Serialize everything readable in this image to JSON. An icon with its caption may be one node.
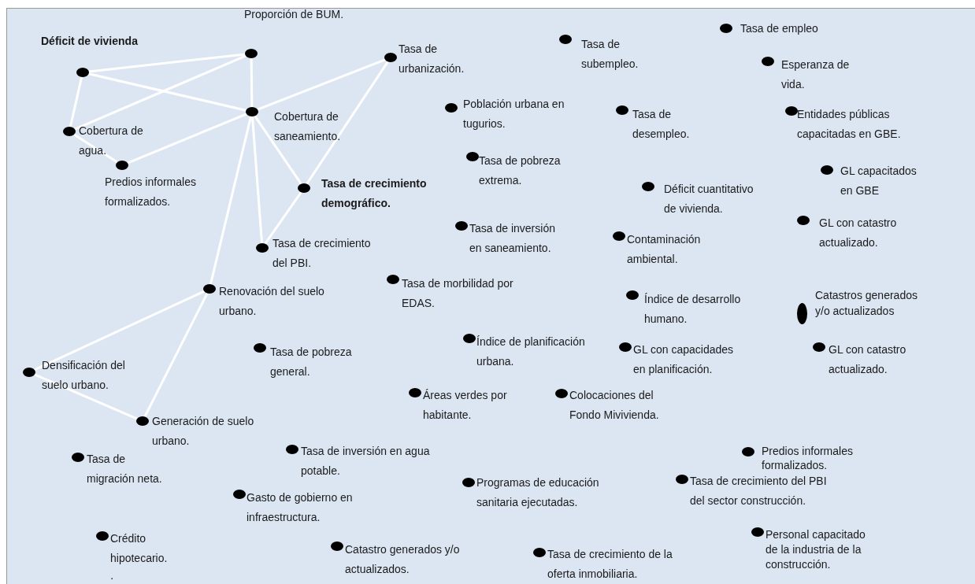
{
  "diagram": {
    "nodes": [
      {
        "text": [
          "Déficit de vivienda"
        ]
      },
      {
        "text": [
          "Proporción de BUM."
        ]
      },
      {
        "text": [
          "Tasa de urbanización."
        ]
      },
      {
        "text": [
          "Cobertura de saneamiento."
        ]
      },
      {
        "text": [
          "Cobertura de agua."
        ]
      },
      {
        "text": [
          "Predios informales formalizados."
        ]
      },
      {
        "text": [
          "Tasa de crecimiento demográfico."
        ]
      },
      {
        "text": [
          "Tasa de crecimiento del PBI."
        ]
      },
      {
        "text": [
          "Renovación del suelo urbano."
        ]
      },
      {
        "text": [
          "Densificación del suelo urbano."
        ]
      },
      {
        "text": [
          "Generación de suelo urbano."
        ]
      },
      {
        "text": [
          "Tasa de migración neta."
        ]
      },
      {
        "text": [
          "Crédito hipotecario."
        ]
      },
      {
        "text": [
          "Tasa de subempleo."
        ]
      },
      {
        "text": [
          "Población urbana en tugurios."
        ]
      },
      {
        "text": [
          "Tasa de pobreza extrema."
        ]
      },
      {
        "text": [
          "Tasa de inversión en saneamiento."
        ]
      },
      {
        "text": [
          "Tasa de morbilidad por EDAS."
        ]
      },
      {
        "text": [
          "Tasa de pobreza general."
        ]
      },
      {
        "text": [
          "Índice de planificación urbana."
        ]
      },
      {
        "text": [
          "Áreas verdes por habitante."
        ]
      },
      {
        "text": [
          "Tasa de inversión en agua potable."
        ]
      },
      {
        "text": [
          "Gasto de gobierno en infraestructura."
        ]
      },
      {
        "text": [
          "Catastro generados y/o actualizados."
        ]
      },
      {
        "text": [
          "Programas de educación sanitaria ejecutadas."
        ]
      },
      {
        "text": [
          "Tasa de crecimiento de la oferta inmobiliaria."
        ]
      },
      {
        "text": [
          "Tasa de desempleo."
        ]
      },
      {
        "text": [
          "Déficit cuantitativo de vivienda."
        ]
      },
      {
        "text": [
          "Contaminación ambiental."
        ]
      },
      {
        "text": [
          "Índice de  desarrollo humano."
        ]
      },
      {
        "text": [
          "GL con capacidades en planificación."
        ]
      },
      {
        "text": [
          "Colocaciones del Fondo Mivivienda."
        ]
      },
      {
        "text": [
          "Tasa de crecimiento del PBI del sector construcción."
        ]
      },
      {
        "text": [
          "Tasa de empleo"
        ]
      },
      {
        "text": [
          "Esperanza de vida."
        ]
      },
      {
        "text": [
          "Entidades públicas capacitadas en GBE."
        ]
      },
      {
        "text": [
          "GL capacitados en GBE"
        ]
      },
      {
        "text": [
          "GL con catastro actualizado."
        ]
      },
      {
        "text": [
          "Catastros generados y/o actualizados"
        ]
      },
      {
        "text": [
          "GL con catastro actualizado."
        ]
      },
      {
        "text": [
          "Predios informales formalizados."
        ]
      },
      {
        "text": [
          "Personal  capacitado de la  industria de la construcción."
        ]
      }
    ],
    "edges": [
      {
        "from": 0,
        "to": 1,
        "arrow": "none"
      },
      {
        "from": 0,
        "to": 3,
        "arrow": "none"
      },
      {
        "from": 0,
        "to": 4,
        "arrow": "none"
      },
      {
        "from": 4,
        "to": 1,
        "arrow": "none"
      },
      {
        "from": 1,
        "to": 3,
        "arrow": "none"
      },
      {
        "from": 3,
        "to": 2,
        "arrow": "none"
      },
      {
        "from": 3,
        "to": 5,
        "arrow": "none"
      },
      {
        "from": 4,
        "to": 5,
        "arrow": "none"
      },
      {
        "from": 3,
        "to": 6,
        "arrow": "none"
      },
      {
        "from": 3,
        "to": 7,
        "arrow": "none"
      },
      {
        "from": 3,
        "to": 8,
        "arrow": "none"
      },
      {
        "from": 2,
        "to": 6,
        "arrow": "none"
      },
      {
        "from": 6,
        "to": 7,
        "arrow": "none"
      },
      {
        "from": 8,
        "to": 9,
        "arrow": "none"
      },
      {
        "from": 8,
        "to": 10,
        "arrow": "none"
      },
      {
        "from": 9,
        "to": 10,
        "arrow": "none"
      }
    ],
    "labels": [
      "."
    ]
  }
}
